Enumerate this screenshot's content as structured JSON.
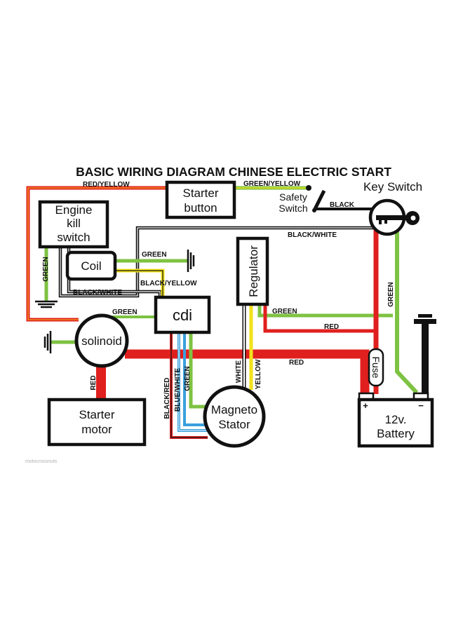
{
  "title": "BASIC WIRING DIAGRAM CHINESE ELECTRIC START",
  "components": {
    "starter_button": [
      "Starter",
      "button"
    ],
    "engine_kill_switch": [
      "Engine",
      "kill",
      "switch"
    ],
    "coil": "Coil",
    "cdi": "cdi",
    "regulator": "Regulator",
    "solinoid": "solinoid",
    "starter_motor": [
      "Starter",
      "motor"
    ],
    "magneto_stator": [
      "Magneto",
      "Stator"
    ],
    "battery": [
      "12v.",
      "Battery"
    ],
    "battery_plus": "+",
    "battery_minus": "−",
    "fuse": "Fuse",
    "safety_switch": [
      "Safety",
      "Switch"
    ],
    "key_switch": "Key Switch"
  },
  "wire_labels": {
    "red_yellow": "RED/YELLOW",
    "green_yellow": "GREEN/YELLOW",
    "black_key": "BLACK",
    "black_white_top": "BLACK/WHITE",
    "green_coil": "GREEN",
    "green_kill": "GREEN",
    "black_white_kill": "BLACK/WHITE",
    "black_yellow": "BLACK/YELLOW",
    "green_cdi": "GREEN",
    "green_regulator": "GREEN",
    "red_regulator": "RED",
    "green_key": "GREEN",
    "red_main": "RED",
    "red_solinoid": "RED",
    "black_red": "BLACK/RED",
    "blue_white": "BLUE/WHITE",
    "green_stator": "GREEN",
    "white": "WHITE",
    "yellow": "YELLOW"
  },
  "watermark": "motocrossnuts",
  "colors": {
    "red": "#e0201e",
    "green": "#7dc242",
    "yellow": "#f2e21a",
    "orange": "#f08c1c",
    "blue": "#3aa0dc",
    "black": "#111111"
  }
}
